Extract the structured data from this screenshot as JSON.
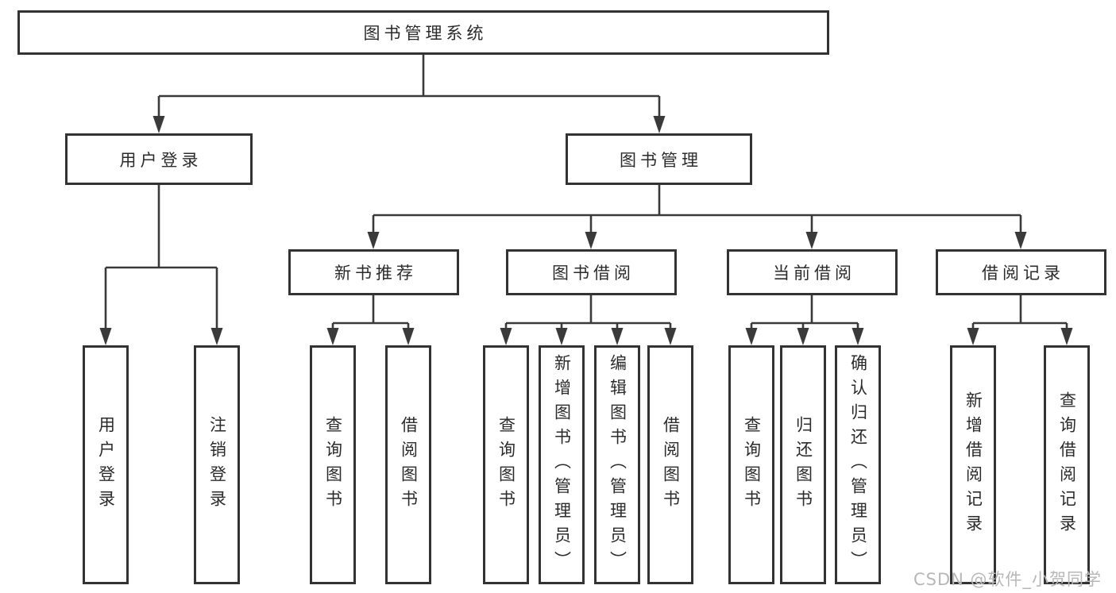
{
  "diagram": {
    "title": "图书管理系统",
    "level2": [
      {
        "label": "用户登录"
      },
      {
        "label": "图书管理"
      }
    ],
    "level3": [
      {
        "label": "新书推荐"
      },
      {
        "label": "图书借阅"
      },
      {
        "label": "当前借阅"
      },
      {
        "label": "借阅记录"
      }
    ],
    "leaf_groups": [
      {
        "parent": "用户登录",
        "items": [
          "用户登录",
          "注销登录"
        ]
      },
      {
        "parent": "新书推荐",
        "items": [
          "查询图书",
          "借阅图书"
        ]
      },
      {
        "parent": "图书借阅",
        "items": [
          "查询图书",
          "新增图书（管理员）",
          "编辑图书（管理员）",
          "借阅图书"
        ]
      },
      {
        "parent": "当前借阅",
        "items": [
          "查询图书",
          "归还图书",
          "确认归还（管理员）"
        ]
      },
      {
        "parent": "借阅记录",
        "items": [
          "新增借阅记录",
          "查询借阅记录"
        ]
      }
    ]
  },
  "watermark": {
    "text": "CSDN @软件_小贺同学"
  },
  "colors": {
    "line": "#3a3a3a",
    "box_border": "#333333",
    "text": "#2b2b2b",
    "watermark": "#b7b7b7",
    "background": "#ffffff"
  }
}
